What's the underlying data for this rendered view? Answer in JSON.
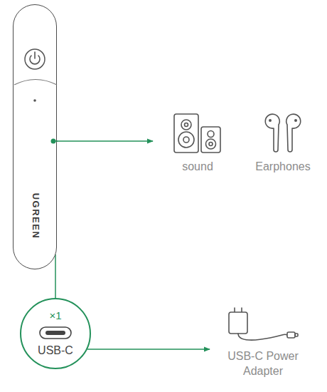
{
  "diagram": {
    "nodes": [
      {
        "text": [
          "UGREEN"
        ]
      },
      {
        "text": [
          "sound"
        ]
      },
      {
        "text": [
          "Earphones"
        ]
      },
      {
        "text": [
          "×1",
          "USB-C"
        ]
      },
      {
        "text": [
          "USB-C Power Adapter"
        ]
      }
    ],
    "edges": [
      {
        "from": 0,
        "to": 1,
        "arrow": "to"
      },
      {
        "from": 0,
        "to": 3,
        "arrow": "none"
      },
      {
        "from": 3,
        "to": 4,
        "arrow": "to"
      }
    ]
  }
}
